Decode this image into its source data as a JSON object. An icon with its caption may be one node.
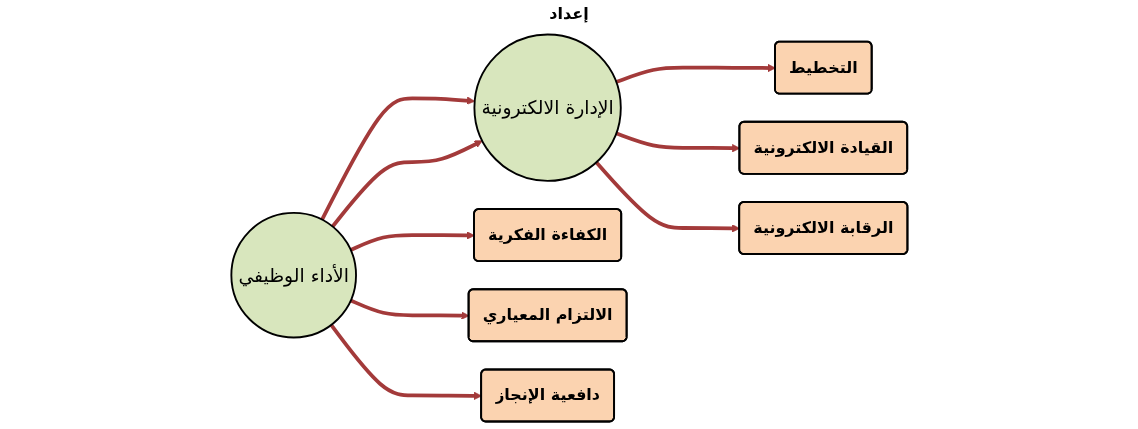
{
  "diagram": {
    "nodes": [
      {
        "text": [
          "التخطيط"
        ]
      },
      {
        "text": [
          "القيادة الالكترونية"
        ]
      },
      {
        "text": [
          "الرقابة الالكترونية"
        ]
      },
      {
        "text": [
          "الإدارة الالكترونية"
        ]
      },
      {
        "text": [
          "الأداء الوظيفي"
        ]
      },
      {
        "text": [
          "الكفاءة الفكرية"
        ]
      },
      {
        "text": [
          "الالتزام المعياري"
        ]
      },
      {
        "text": [
          "دافعية الإنجاز"
        ]
      }
    ],
    "edges": [
      {
        "from": 3,
        "to": 0,
        "arrow": "to"
      },
      {
        "from": 3,
        "to": 1,
        "arrow": "to"
      },
      {
        "from": 3,
        "to": 2,
        "arrow": "to"
      },
      {
        "from": 4,
        "to": 3,
        "arrow": "to"
      },
      {
        "from": 4,
        "to": 3,
        "arrow": "to"
      },
      {
        "from": 4,
        "to": 5,
        "arrow": "to"
      },
      {
        "from": 4,
        "to": 6,
        "arrow": "to"
      },
      {
        "from": 4,
        "to": 7,
        "arrow": "to"
      }
    ],
    "labels": [
      "إعداد"
    ]
  }
}
